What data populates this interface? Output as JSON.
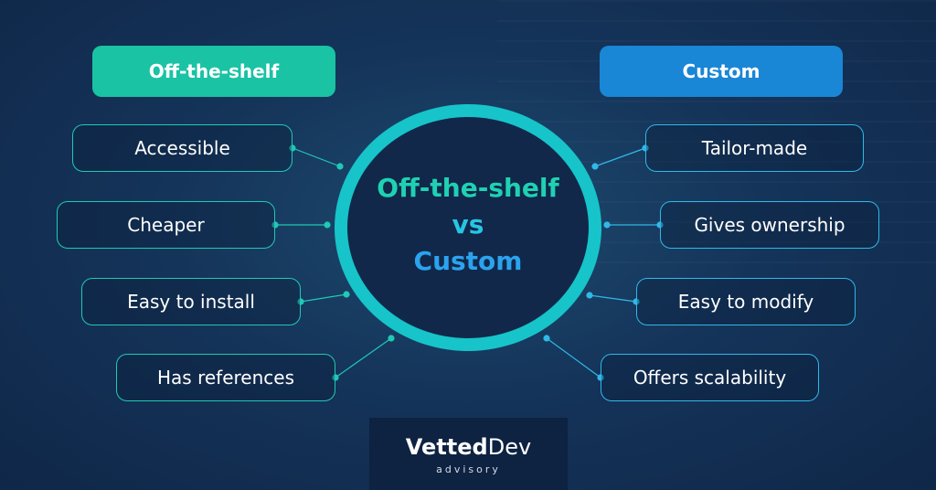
{
  "left": {
    "header": "Off-the-shelf",
    "items": [
      "Accessible",
      "Cheaper",
      "Easy to install",
      "Has references"
    ]
  },
  "right": {
    "header": "Custom",
    "items": [
      "Tailor-made",
      "Gives ownership",
      "Easy to modify",
      "Offers scalability"
    ]
  },
  "center": {
    "line1": "Off-the-shelf",
    "line2": "vs",
    "line3": "Custom"
  },
  "logo": {
    "main_a": "Vetted",
    "main_b": "Dev",
    "sub": "advisory"
  },
  "colors": {
    "teal": "#19c3a4",
    "blue": "#1a86d6",
    "ring": "#16c4c9",
    "background": "#15345a"
  }
}
